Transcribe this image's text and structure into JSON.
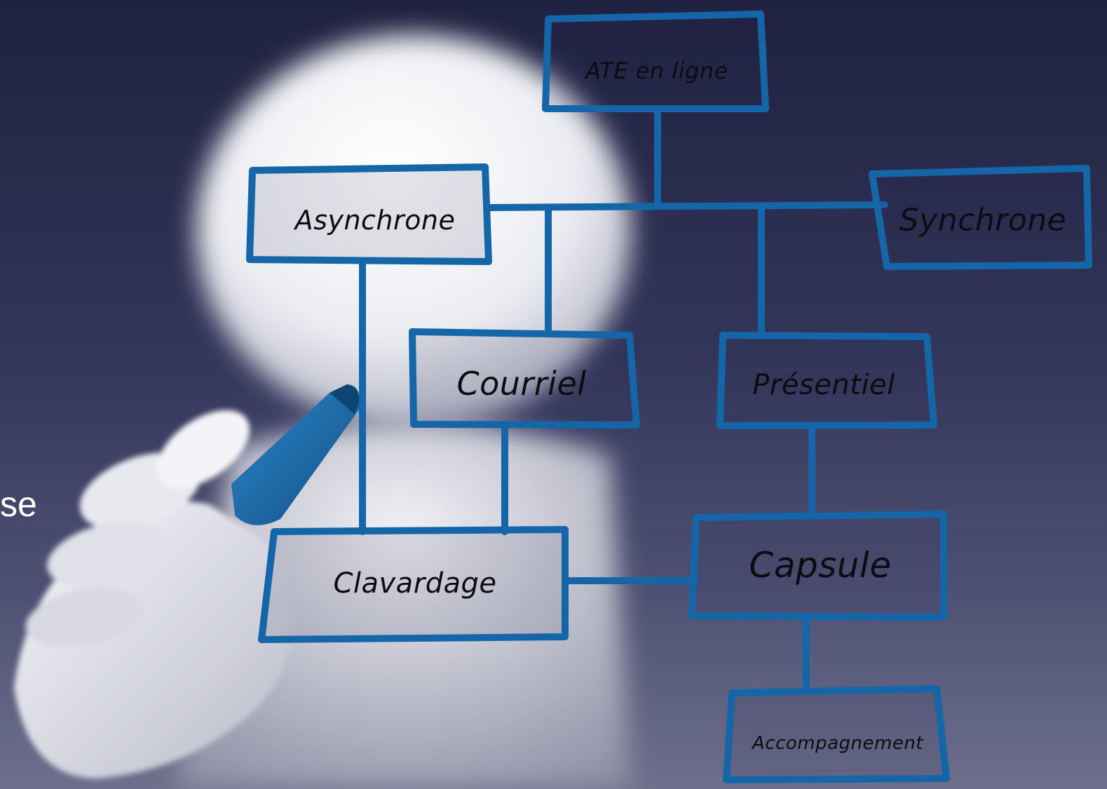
{
  "diagram": {
    "nodes": {
      "root": "ATE en ligne",
      "async": "Asynchrone",
      "sync": "Synchrone",
      "courriel": "Courriel",
      "presentiel": "Présentiel",
      "clavardage": "Clavardage",
      "capsule": "Capsule",
      "accompagnement": "Accompagnement"
    },
    "edges": [
      [
        "ATE en ligne",
        "Asynchrone"
      ],
      [
        "ATE en ligne",
        "Synchrone"
      ],
      [
        "ATE en ligne",
        "Courriel"
      ],
      [
        "ATE en ligne",
        "Présentiel"
      ],
      [
        "Asynchrone",
        "Clavardage"
      ],
      [
        "Courriel",
        "Clavardage"
      ],
      [
        "Présentiel",
        "Capsule"
      ],
      [
        "Clavardage",
        "Capsule"
      ],
      [
        "Capsule",
        "Accompagnement"
      ]
    ]
  },
  "side_text": "se",
  "colors": {
    "marker_blue": "#1466a8",
    "background_top": "#1f2140",
    "background_bottom": "#6d6f8c",
    "figure": "#e9e9ee"
  }
}
